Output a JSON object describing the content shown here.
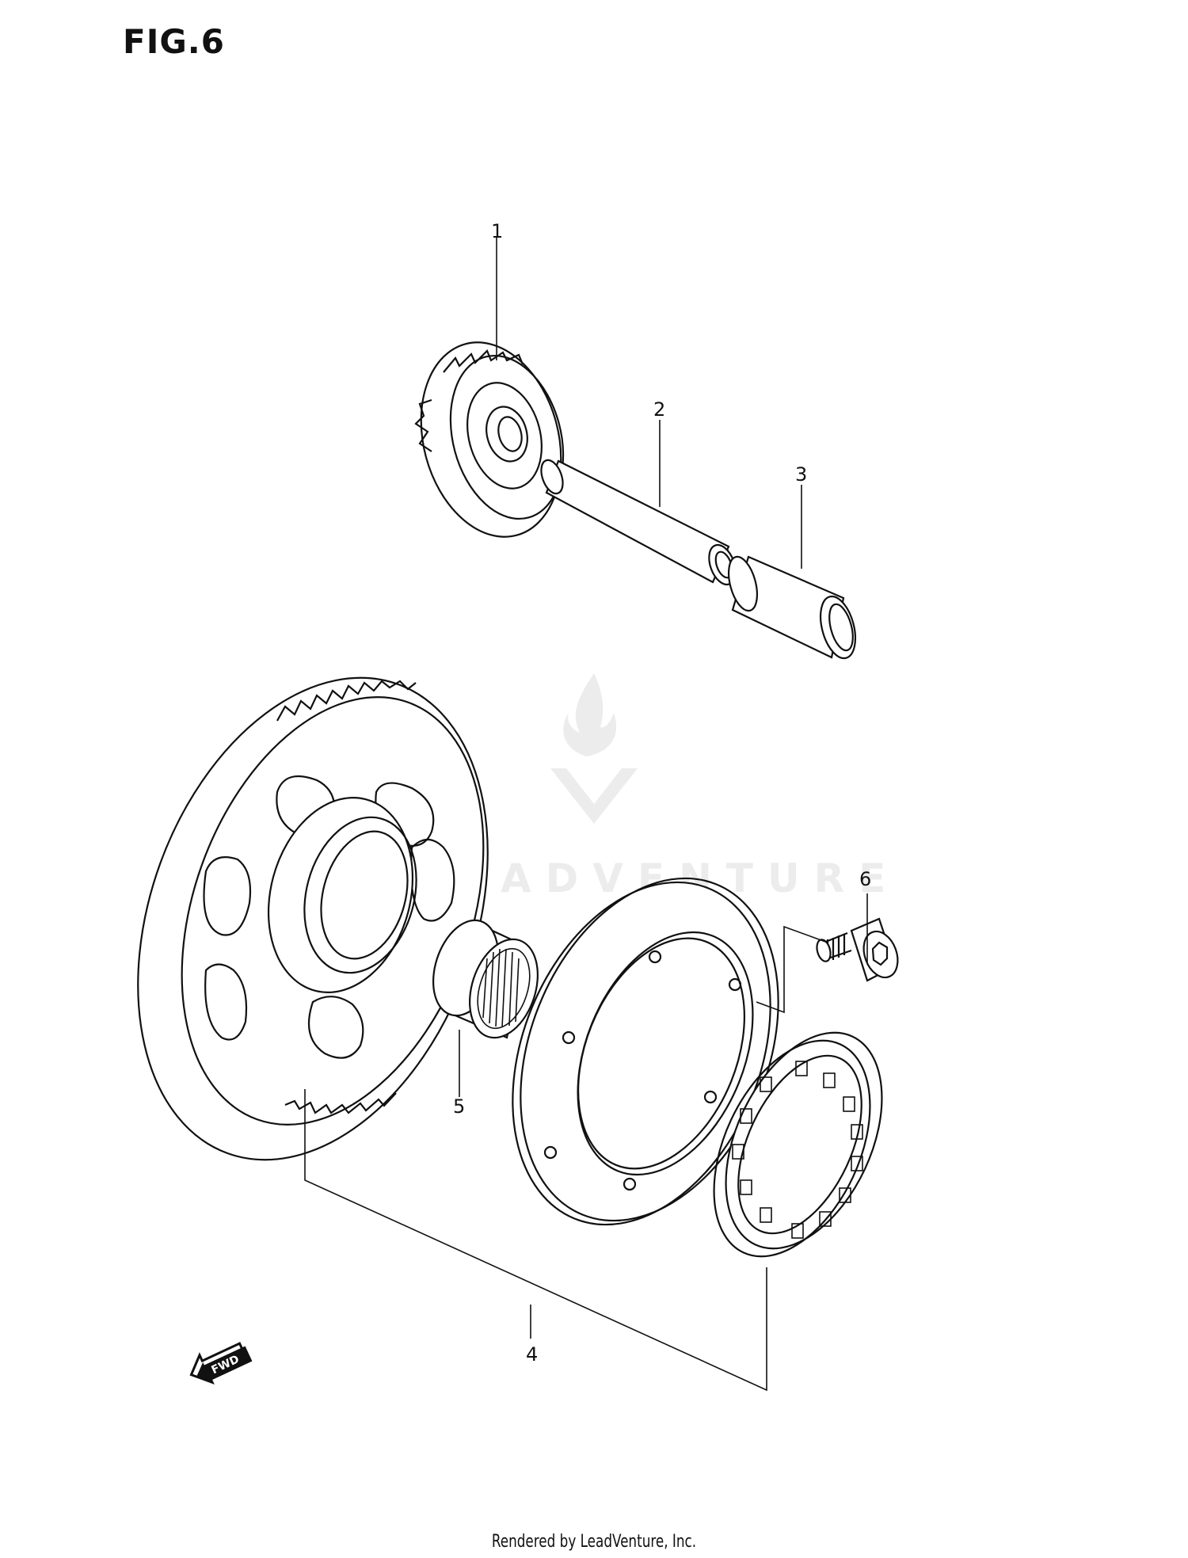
{
  "figure": {
    "title": "FIG.6"
  },
  "callouts": [
    "1",
    "2",
    "3",
    "4",
    "5",
    "6"
  ],
  "direction_arrow": {
    "label": "FWD",
    "icon": "forward-arrow-icon"
  },
  "watermark": {
    "text": "LEADVENTURE",
    "icon": "leadventure-flame-logo"
  },
  "footer": {
    "text": "Rendered by LeadVenture, Inc."
  }
}
